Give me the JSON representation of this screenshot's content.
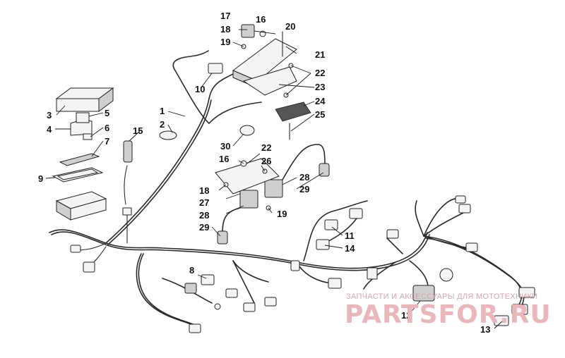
{
  "callouts": [
    "1",
    "2",
    "3",
    "4",
    "5",
    "6",
    "7",
    "8",
    "9",
    "10",
    "11",
    "12",
    "13",
    "14",
    "15",
    "16",
    "17",
    "18",
    "19",
    "20",
    "21",
    "22",
    "23",
    "24",
    "25",
    "26",
    "27",
    "28",
    "29",
    "30"
  ],
  "watermark": {
    "caption": "ЗАПЧАСТИ И АКСЕССУАРЫ ДЛЯ МОТОТЕХНИКИ",
    "brand": "PARTSFOR.RU"
  },
  "colors": {
    "line": "#2a2a2a",
    "watermark": "#e9b7bb",
    "background": "#ffffff"
  }
}
